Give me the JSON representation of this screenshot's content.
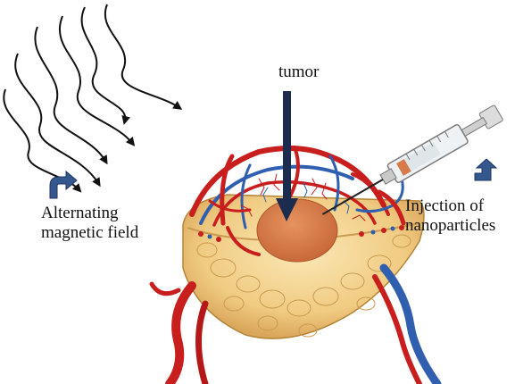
{
  "labels": {
    "tumor": "tumor",
    "field_line1": "Alternating",
    "field_line2": "magnetic field",
    "injection_line1": "Injection of",
    "injection_line2": "nanoparticles"
  },
  "colors": {
    "arrow_navy": "#1b2c4e",
    "bent_arrow_blue": "#34578e",
    "tumor_orange": "#d87b4a",
    "tissue_yellow": "#f3d38e",
    "vessel_red": "#c81e1e",
    "vessel_blue": "#2f5fae"
  }
}
